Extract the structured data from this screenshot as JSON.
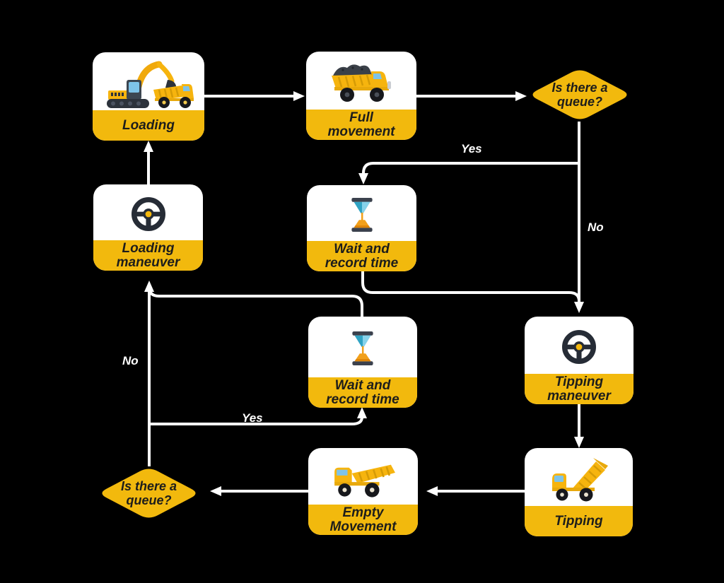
{
  "colors": {
    "background": "#000000",
    "node_body": "#ffffff",
    "node_band_yellow": "#F2B90D",
    "decision_yellow": "#F2B90D",
    "node_text": "#1D1D1B",
    "arrow_white": "#ffffff",
    "machine_yellow": "#F6B40E",
    "machine_dark": "#262B33",
    "window_blue": "#7EC3E8",
    "hourglass_teal": "#2FA3C4",
    "sand_orange": "#F2A01B"
  },
  "nodes": {
    "loading": {
      "label": "Loading",
      "icon": "excavator-loading-truck-icon"
    },
    "full_movement": {
      "label": "Full movement",
      "icon": "full-dump-truck-icon"
    },
    "queue_top": {
      "label": "Is there a queue?",
      "icon": null
    },
    "wait_top": {
      "label": "Wait and record time",
      "icon": "hourglass-icon"
    },
    "tipping_maneuver": {
      "label": "Tipping maneuver",
      "icon": "steering-wheel-icon"
    },
    "tipping": {
      "label": "Tipping",
      "icon": "tipping-dump-truck-icon"
    },
    "empty_movement": {
      "label": "Empty Movement",
      "icon": "empty-dump-truck-icon"
    },
    "queue_bottom": {
      "label": "Is there a queue?",
      "icon": null
    },
    "wait_bottom": {
      "label": "Wait and record time",
      "icon": "hourglass-icon"
    },
    "loading_maneuver": {
      "label": "Loading maneuver",
      "icon": "steering-wheel-icon"
    }
  },
  "edge_labels": {
    "yes_top": "Yes",
    "no_right": "No",
    "no_left": "No",
    "yes_bottom": "Yes"
  },
  "edges": [
    {
      "from": "loading",
      "to": "full_movement",
      "label": ""
    },
    {
      "from": "full_movement",
      "to": "queue_top",
      "label": ""
    },
    {
      "from": "queue_top",
      "to": "wait_top",
      "label": "Yes"
    },
    {
      "from": "queue_top",
      "to": "tipping_maneuver",
      "label": "No"
    },
    {
      "from": "wait_top",
      "to": "tipping_maneuver",
      "label": ""
    },
    {
      "from": "tipping_maneuver",
      "to": "tipping",
      "label": ""
    },
    {
      "from": "tipping",
      "to": "empty_movement",
      "label": ""
    },
    {
      "from": "empty_movement",
      "to": "queue_bottom",
      "label": ""
    },
    {
      "from": "queue_bottom",
      "to": "wait_bottom",
      "label": "Yes"
    },
    {
      "from": "queue_bottom",
      "to": "loading_maneuver",
      "label": "No"
    },
    {
      "from": "wait_bottom",
      "to": "loading_maneuver",
      "label": ""
    },
    {
      "from": "loading_maneuver",
      "to": "loading",
      "label": ""
    }
  ]
}
